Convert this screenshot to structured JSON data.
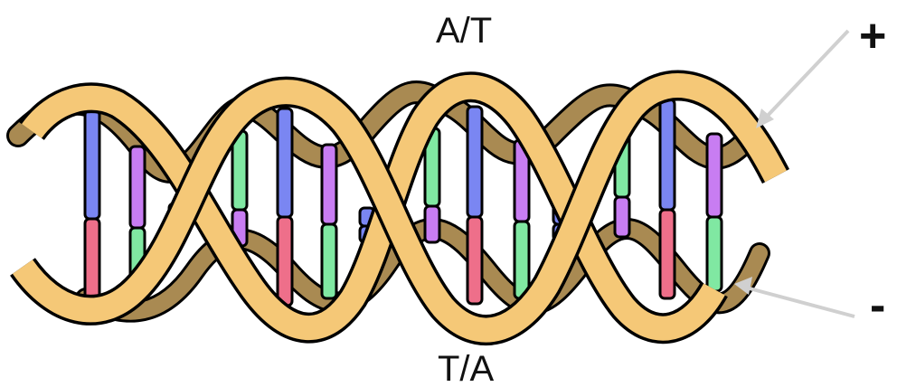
{
  "labels": {
    "top": "A/T",
    "bottom": "T/A",
    "plus": "+",
    "minus": "-"
  },
  "colors": {
    "strand_front": "#f5c877",
    "strand_back": "#a98a52",
    "outline": "#000000",
    "base_blue": "#7a86f2",
    "base_pink": "#ee6f8a",
    "base_purple": "#c87df2",
    "base_green": "#80e8a2",
    "pointer": "#d0d0d0"
  },
  "icons": [
    "dna-double-helix",
    "pointer-arrow-plus",
    "pointer-arrow-minus"
  ]
}
